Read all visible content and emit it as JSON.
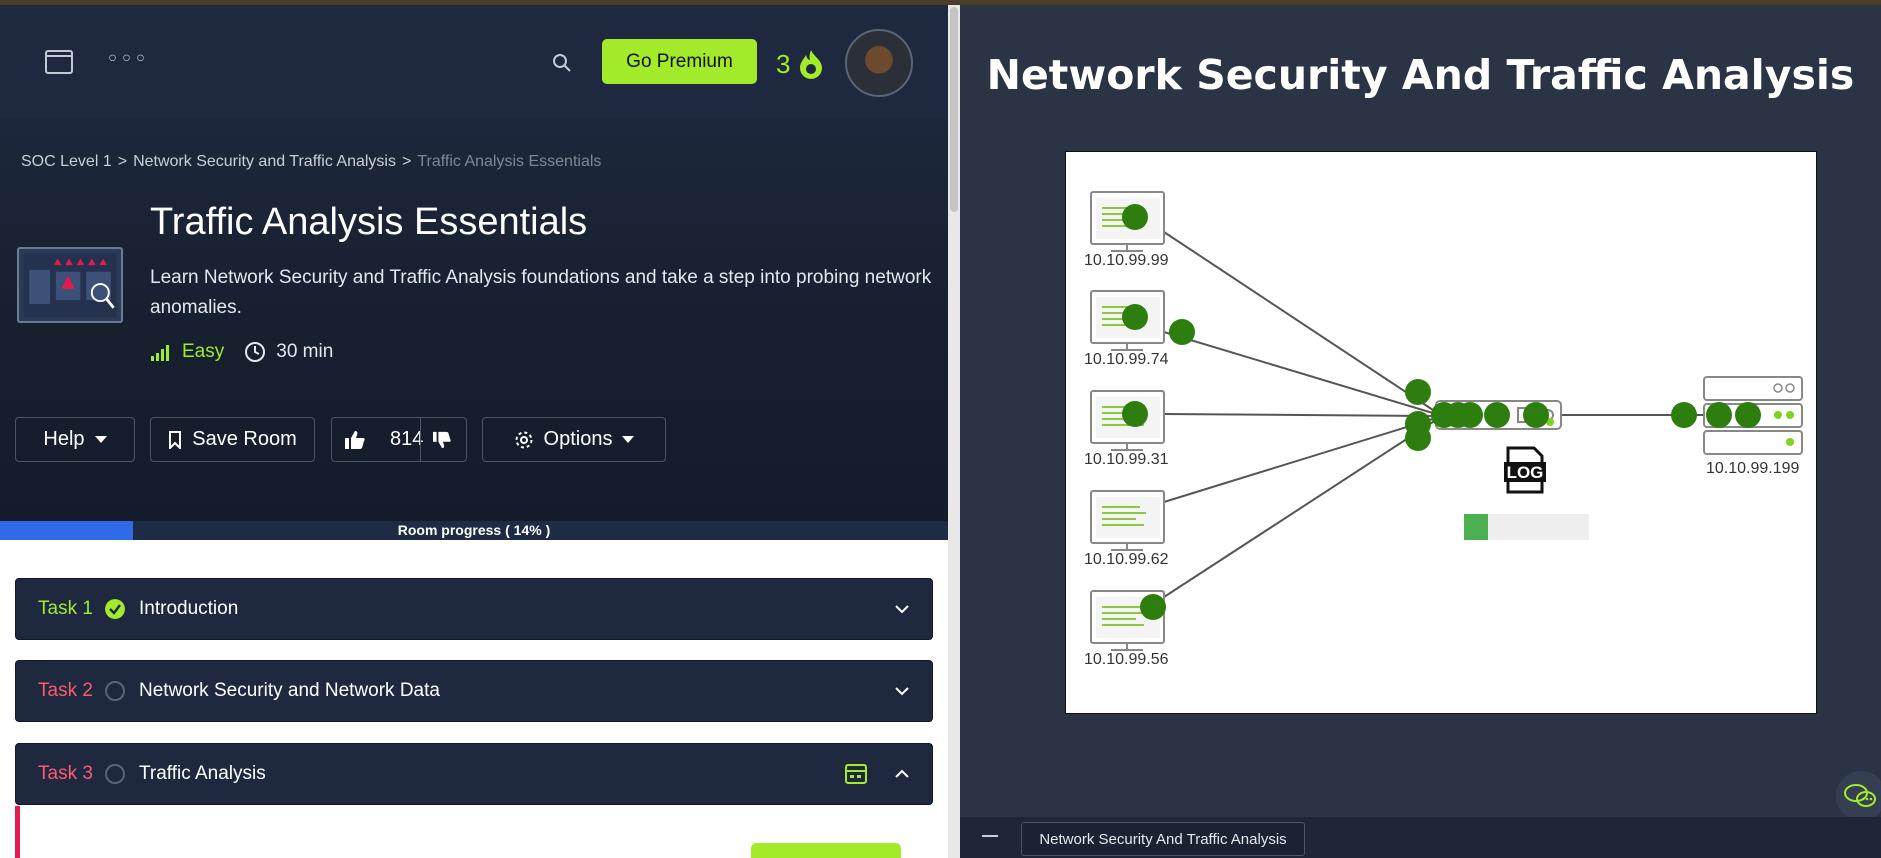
{
  "header": {
    "premium_label": "Go Premium",
    "streak_count": "3"
  },
  "breadcrumb": {
    "items": [
      "SOC Level 1",
      "Network Security and Traffic Analysis",
      "Traffic Analysis Essentials"
    ],
    "separator": ">"
  },
  "room": {
    "title": "Traffic Analysis Essentials",
    "description": "Learn Network Security and Traffic Analysis foundations and take a step into probing network anomalies.",
    "difficulty": "Easy",
    "duration": "30 min"
  },
  "actions": {
    "help_label": "Help",
    "save_label": "Save Room",
    "like_count": "814",
    "options_label": "Options"
  },
  "progress": {
    "label": "Room progress ( 14% )",
    "percent": 14
  },
  "tasks": [
    {
      "number": "Task 1",
      "name": "Introduction",
      "completed": true
    },
    {
      "number": "Task 2",
      "name": "Network Security and Network Data",
      "completed": false
    },
    {
      "number": "Task 3",
      "name": "Traffic Analysis",
      "completed": false
    }
  ],
  "machine": {
    "title": "Network Security And Traffic Analysis",
    "tab_label": "Network Security And Traffic Analysis",
    "log_label": "LOG",
    "hosts": [
      "10.10.99.99",
      "10.10.99.74",
      "10.10.99.31",
      "10.10.99.62",
      "10.10.99.56"
    ],
    "server": "10.10.99.199"
  },
  "colors": {
    "accent": "#a3ea2a",
    "progress": "#2f6ae8",
    "task_todo": "#ff5a6e",
    "packet": "#2e7d0f"
  }
}
